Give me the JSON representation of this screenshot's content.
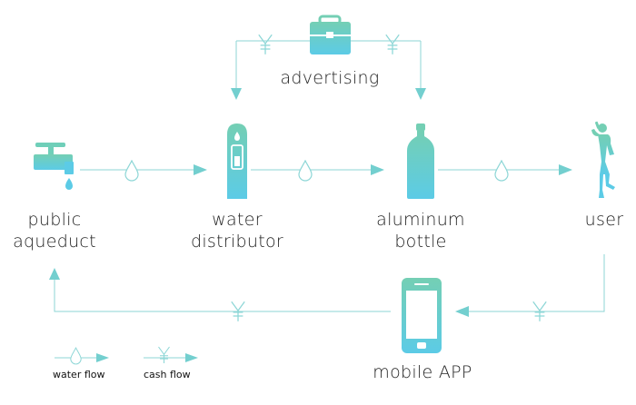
{
  "colors": {
    "line": "#8cd6d6",
    "arrow": "#73cfcf",
    "gradient_top": "#74cfb4",
    "gradient_bottom": "#5ccbe6",
    "text": "#222222"
  },
  "nodes": {
    "aqueduct": {
      "line1": "public",
      "line2": "aqueduct",
      "icon": "water-tap-icon"
    },
    "distributor": {
      "line1": "water",
      "line2": "distributor",
      "icon": "water-distributor-icon"
    },
    "bottle": {
      "line1": "aluminum",
      "line2": "bottle",
      "icon": "aluminum-bottle-icon"
    },
    "user": {
      "label": "user",
      "icon": "person-drinking-icon"
    },
    "advertising": {
      "label": "advertising",
      "icon": "briefcase-icon"
    },
    "app": {
      "label": "mobile APP",
      "icon": "smartphone-icon"
    }
  },
  "flow_symbols": {
    "water": "water-drop-icon",
    "cash": "yen-icon"
  },
  "legend": {
    "water": "water flow",
    "cash": "cash flow"
  }
}
